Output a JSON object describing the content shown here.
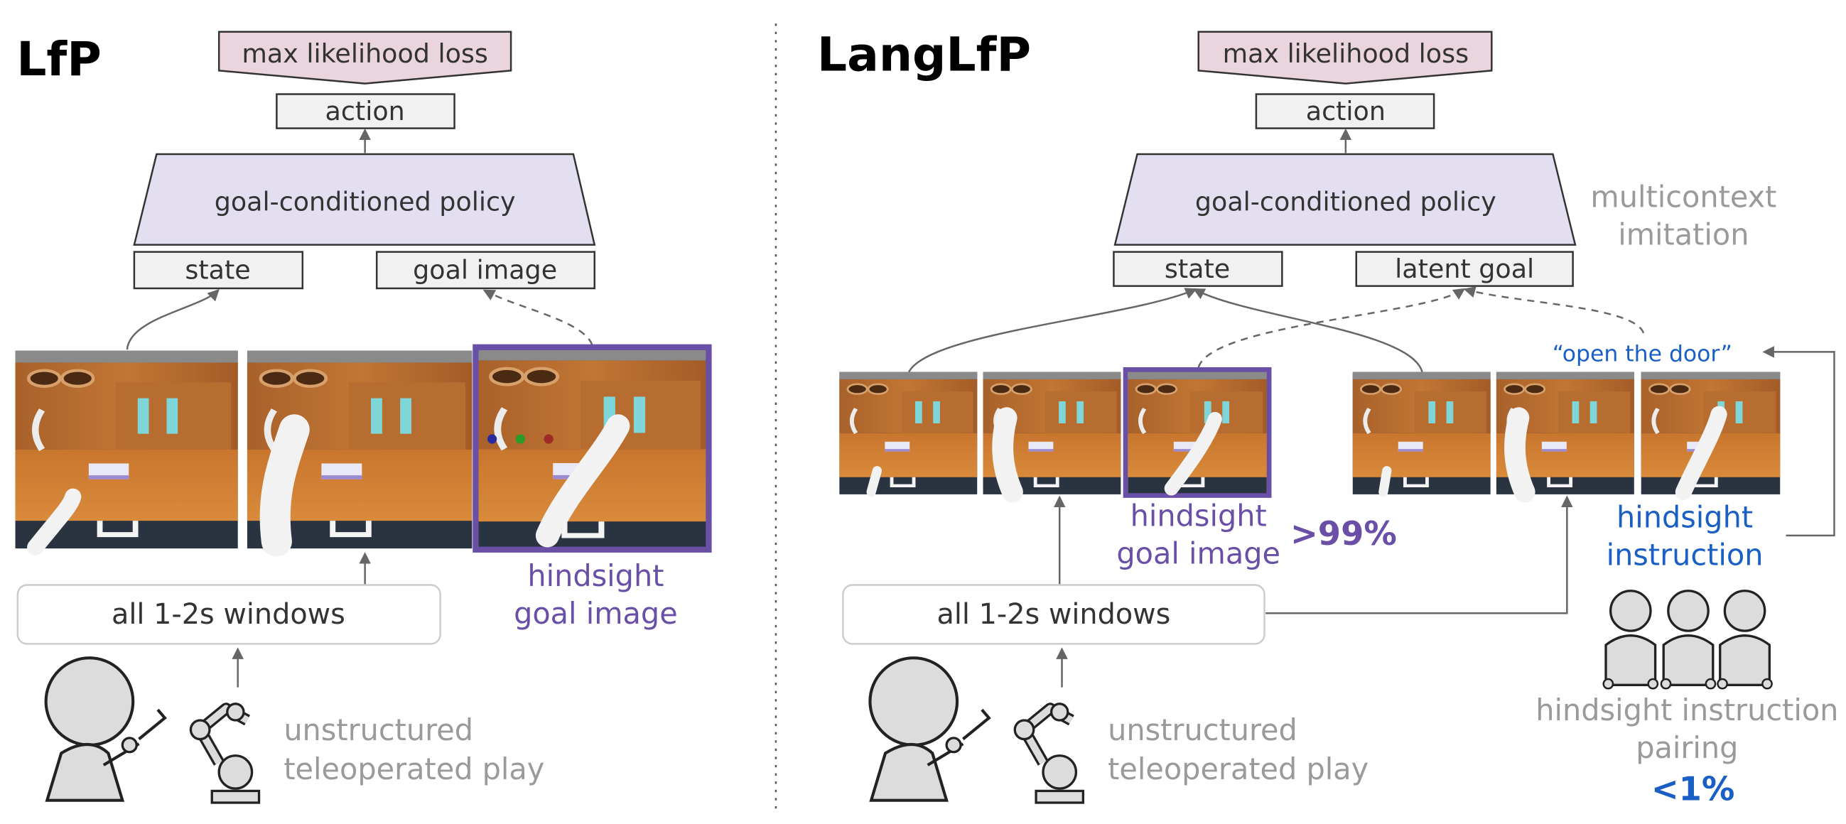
{
  "left_panel": {
    "title": "LfP",
    "loss_label": "max likelihood loss",
    "action_label": "action",
    "policy_label": "goal-conditioned policy",
    "state_label": "state",
    "goal_label": "goal image",
    "hindsight_label_line1": "hindsight",
    "hindsight_label_line2": "goal image",
    "windows_label": "all 1-2s windows",
    "play_label_line1": "unstructured",
    "play_label_line2": "teleoperated play"
  },
  "right_panel": {
    "title": "LangLfP",
    "loss_label": "max likelihood loss",
    "action_label": "action",
    "policy_label": "goal-conditioned policy",
    "state_label": "state",
    "goal_label": "latent goal",
    "multicontext_line1": "multicontext",
    "multicontext_line2": "imitation",
    "hindsight_goal_line1": "hindsight",
    "hindsight_goal_line2": "goal image",
    "goal_image_pct": ">99%",
    "instruction_quote": "“open the door”",
    "hindsight_instr_line1": "hindsight",
    "hindsight_instr_line2": "instruction",
    "windows_label": "all 1-2s windows",
    "play_label_line1": "unstructured",
    "play_label_line2": "teleoperated play",
    "pairing_line1": "hindsight instruction",
    "pairing_line2": "pairing",
    "pairing_pct": "<1%"
  },
  "colors": {
    "loss_fill": "#ead4de",
    "policy_fill": "#e4dff0",
    "box_fill": "#f1f1f1",
    "purple": "#6a4fa6",
    "blue": "#1a5fc4",
    "gray_text": "#9a9a9a"
  }
}
